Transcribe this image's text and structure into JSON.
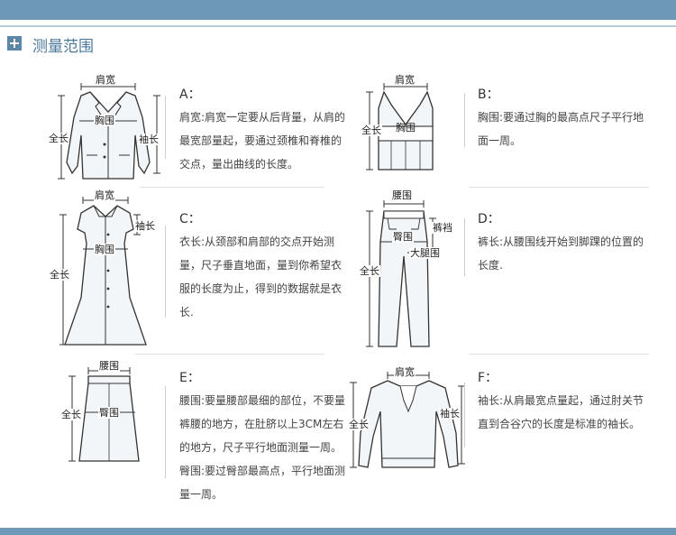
{
  "header": {
    "title": "测量范围"
  },
  "items": [
    {
      "letter": "A：",
      "text": "肩宽:肩宽一定要从后背量，从肩的最宽部量起，要通过颈椎和脊椎的交点，量出曲线的长度。",
      "labels": {
        "shoulder": "肩宽",
        "chest": "胸围",
        "length": "全长",
        "sleeve": "袖长"
      }
    },
    {
      "letter": "B：",
      "text": "胸围:要通过胸的最高点尺子平行地面一周。",
      "labels": {
        "shoulder": "肩宽",
        "chest": "胸围",
        "length": "全长"
      }
    },
    {
      "letter": "C：",
      "text": "衣长:从颈部和肩部的交点开始测量，尺子垂直地面，量到你希望衣服的长度为止，得到的数据就是衣长.",
      "labels": {
        "shoulder": "肩宽",
        "sleeve": "袖长",
        "chest": "胸围",
        "length": "全长"
      }
    },
    {
      "letter": "D：",
      "text": "裤长:从腰围线开始到脚踝的位置的长度.",
      "labels": {
        "waist": "腰围",
        "crotch": "裤裆",
        "hip": "臀围",
        "thigh": "大腿围",
        "length": "全长"
      }
    },
    {
      "letter": "E：",
      "text": "腰围:要量腰部最细的部位，不要量裤腰的地方，在肚脐以上3CM左右的地方，尺子平行地面测量一周。臀围:要过臀部最高点，平行地面测量一周。",
      "labels": {
        "waist": "腰围",
        "length": "全长",
        "hip": "臀围"
      }
    },
    {
      "letter": "F：",
      "text": "袖长:从肩最宽点量起，通过肘关节直到合谷穴的长度是标准的袖长。",
      "labels": {
        "shoulder": "肩宽",
        "length": "全长",
        "sleeve": "袖长"
      }
    }
  ]
}
